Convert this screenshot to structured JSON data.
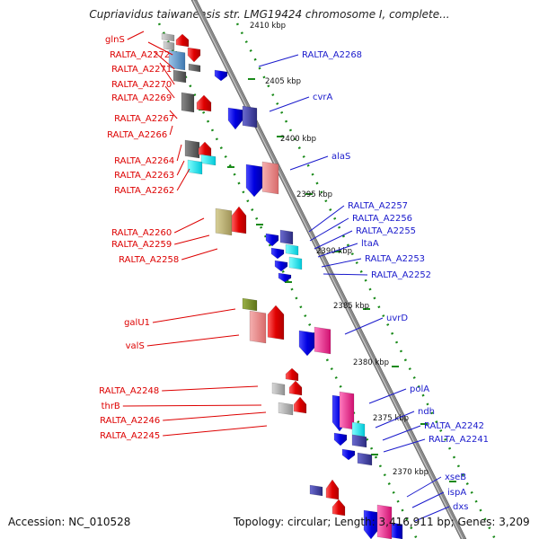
{
  "title": "Cupriavidus taiwanensis str. LMG19424 chromosome I, complete...",
  "footer": {
    "accession": "Accession: NC_010528",
    "topology": "Topology: circular; Length: 3,416,911 bp; Genes: 3,209"
  },
  "colors": {
    "left_label": "#dd0000",
    "right_label": "#1a1acc",
    "backbone": "#8a8a8a",
    "dots": "#1a8a1a"
  },
  "kbp_ticks": [
    "2410 kbp",
    "2405 kbp",
    "2400 kbp",
    "2395 kbp",
    "2390 kbp",
    "2385 kbp",
    "2380 kbp",
    "2375 kbp",
    "2370 kbp"
  ],
  "left_genes": [
    "glnS",
    "RALTA_A2272",
    "RALTA_A2271",
    "RALTA_A2270",
    "RALTA_A2269",
    "RALTA_A2267",
    "RALTA_A2266",
    "RALTA_A2264",
    "RALTA_A2263",
    "RALTA_A2262",
    "RALTA_A2260",
    "RALTA_A2259",
    "RALTA_A2258",
    "galU1",
    "valS",
    "RALTA_A2248",
    "thrB",
    "RALTA_A2246",
    "RALTA_A2245"
  ],
  "right_genes": [
    "RALTA_A2268",
    "cvrA",
    "alaS",
    "RALTA_A2257",
    "RALTA_A2256",
    "RALTA_A2255",
    "ltaA",
    "RALTA_A2253",
    "RALTA_A2252",
    "uvrD",
    "polA",
    "ndh",
    "RALTA_A2242",
    "RALTA_A2241",
    "xseB",
    "ispA",
    "dxs"
  ]
}
